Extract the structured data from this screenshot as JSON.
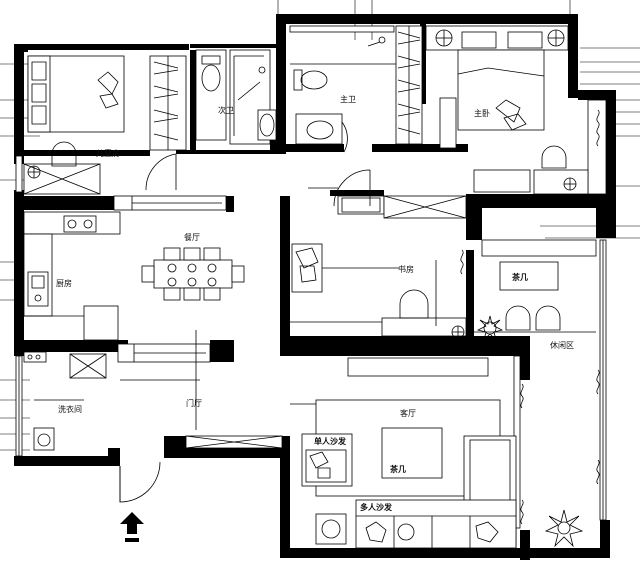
{
  "rooms": {
    "kids_room": "儿童房",
    "second_bath": "次卫",
    "master_bath": "主卫",
    "master_bed": "主卧",
    "dining": "餐厅",
    "kitchen": "厨房",
    "study": "书房",
    "leisure": "休闲区",
    "laundry": "洗衣间",
    "foyer": "门厅",
    "living": "客厅"
  },
  "furniture": {
    "tea_table_leisure": "茶几",
    "tea_table_living": "茶几",
    "single_sofa": "单人沙发",
    "multi_sofa": "多人沙发"
  },
  "icons": [
    "entrance-arrow-icon",
    "toilet-icon",
    "washbasin-icon",
    "bed-icon",
    "plant-icon",
    "washing-machine-icon",
    "stove-icon",
    "sink-icon",
    "lamp-icon"
  ]
}
